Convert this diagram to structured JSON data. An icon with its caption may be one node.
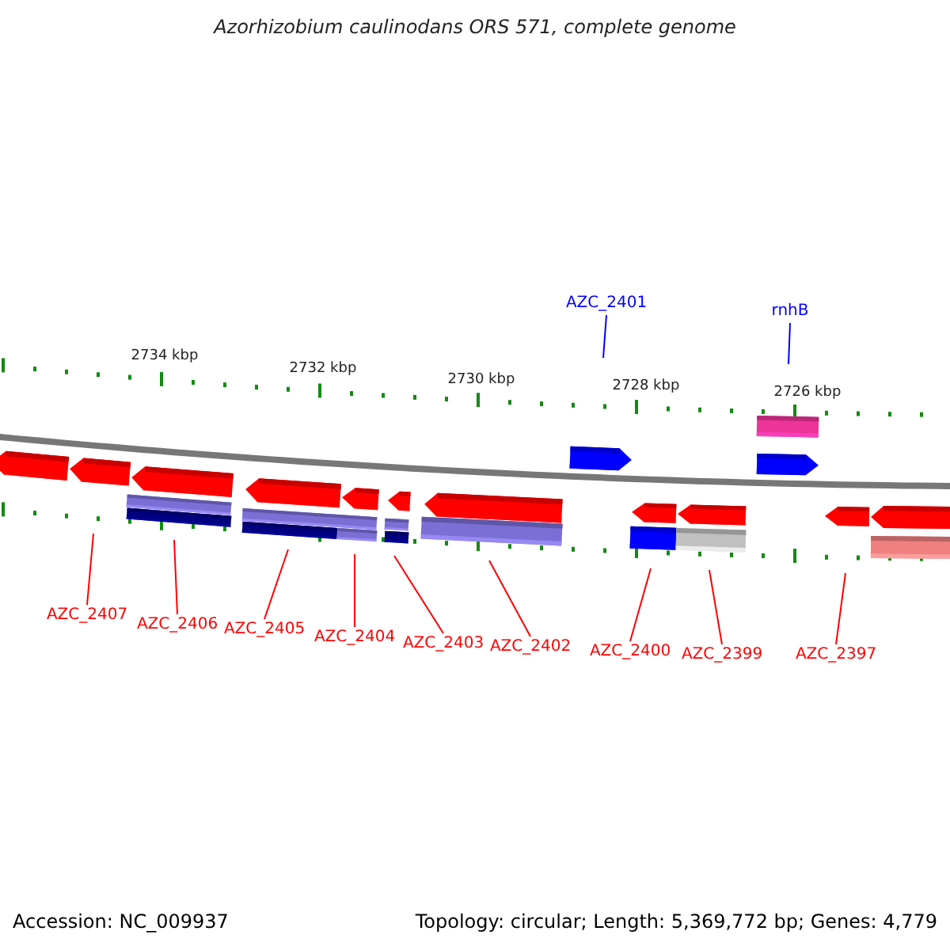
{
  "diagram": {
    "title": "Azorhizobium caulinodans ORS 571, complete genome",
    "nodes": [
      {
        "text": [
          "AZC_2401"
        ]
      },
      {
        "text": [
          "rnhB"
        ]
      },
      {
        "text": [
          "AZC_2407"
        ]
      },
      {
        "text": [
          "AZC_2406"
        ]
      },
      {
        "text": [
          "AZC_2405"
        ]
      },
      {
        "text": [
          "AZC_2404"
        ]
      },
      {
        "text": [
          "AZC_2403"
        ]
      },
      {
        "text": [
          "AZC_2402"
        ]
      },
      {
        "text": [
          "AZC_2400"
        ]
      },
      {
        "text": [
          "AZC_2399"
        ]
      },
      {
        "text": [
          "AZC_2397"
        ]
      }
    ],
    "edges": [
      {
        "from": 0,
        "to": null,
        "arrow": "none",
        "color": "#0000ff"
      },
      {
        "from": 1,
        "to": null,
        "arrow": "none",
        "color": "#0000ff"
      },
      {
        "from": 2,
        "to": null,
        "arrow": "none"
      },
      {
        "from": 3,
        "to": null,
        "arrow": "none"
      },
      {
        "from": 4,
        "to": null,
        "arrow": "none"
      },
      {
        "from": 5,
        "to": null,
        "arrow": "none"
      },
      {
        "from": 6,
        "to": null,
        "arrow": "none"
      },
      {
        "from": 7,
        "to": null,
        "arrow": "none"
      },
      {
        "from": 8,
        "to": null,
        "arrow": "none"
      },
      {
        "from": 9,
        "to": null,
        "arrow": "none"
      },
      {
        "from": 10,
        "to": null,
        "arrow": "none"
      }
    ],
    "labels": [
      "2734 kbp",
      "2732 kbp",
      "2730 kbp",
      "2728 kbp",
      "2726 kbp",
      "Accession: NC_009937",
      "Topology: circular; Length: 5,369,772 bp; Genes: 4,779"
    ]
  }
}
